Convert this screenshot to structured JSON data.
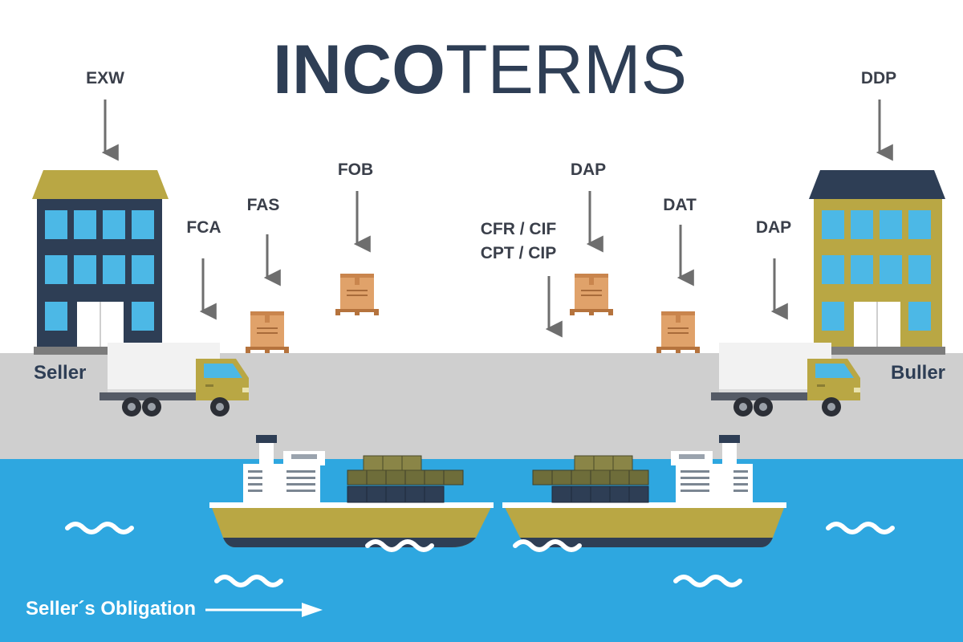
{
  "title": {
    "bold_part": "INCO",
    "light_part": "TERMS"
  },
  "parties": {
    "seller": "Seller",
    "buyer": "Buller"
  },
  "terms": {
    "exw": "EXW",
    "fca": "FCA",
    "fas": "FAS",
    "fob": "FOB",
    "cfr_cif": "CFR / CIF",
    "cpt_cip": "CPT / CIP",
    "dap_sea": "DAP",
    "dat": "DAT",
    "dap_land": "DAP",
    "ddp": "DDP"
  },
  "legend": {
    "obligation": "Seller´s Obligation"
  },
  "colors": {
    "navy": "#2e3e55",
    "mustard": "#b9a744",
    "sea": "#2ea7e0",
    "ground": "#cfcfcf",
    "window": "#4cb8e6",
    "crate": "#e0a26a",
    "arrow": "#6e6e6e"
  }
}
